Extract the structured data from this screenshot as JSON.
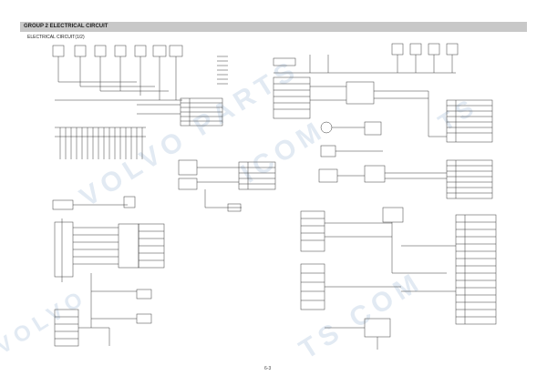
{
  "header": {
    "group_title": "GROUP  2  ELECTRICAL CIRCUIT",
    "sub_title": "ELECTRICAL CIRCUIT(1/2)"
  },
  "footer": {
    "page_number": "6-3"
  },
  "watermark": {
    "text_a": "VOLVO PARTS",
    "text_b": "ICOM",
    "text_c": "TS COM",
    "text_d": "VOLVO",
    "text_e": "TS"
  },
  "colors": {
    "header_bar": "#c8c8c8",
    "line": "#3a3a3a",
    "watermark": "#d6e2ee"
  }
}
